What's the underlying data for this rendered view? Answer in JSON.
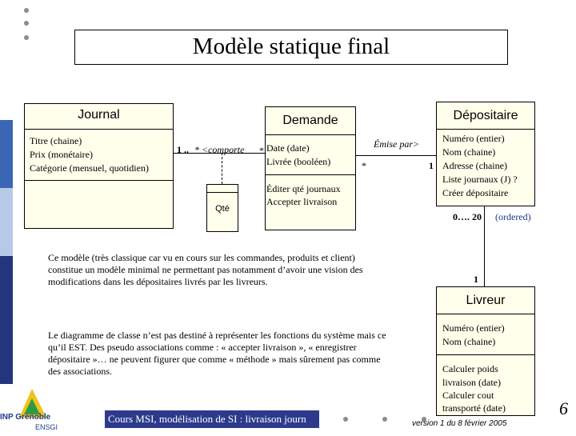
{
  "slide": {
    "title": "Modèle statique final",
    "page_number": "6",
    "footer_text": "Cours MSI, modélisation de SI : livraison journ",
    "version_text": "version 1 du 8 février 2005",
    "logo_text": "INP Grenoble",
    "logo_sub": "ENSGI"
  },
  "classes": {
    "journal": {
      "name": "Journal",
      "attributes": [
        "Titre (chaine)",
        "Prix (monétaire)",
        "Catégorie (mensuel, quotidien)"
      ]
    },
    "demande": {
      "name": "Demande",
      "attributes": [
        "Date (date)",
        "Livrée (booléen)"
      ],
      "operations": [
        "Éditer qté journaux",
        "Accepter livraison"
      ]
    },
    "depositaire": {
      "name": "Dépositaire",
      "attributes": [
        "Numéro (entier)",
        "Nom (chaine)",
        "Adresse (chaine)",
        "Liste journaux (J) ?",
        "Créer dépositaire"
      ]
    },
    "livreur": {
      "name": "Livreur",
      "attributes": [
        "Numéro (entier)",
        "Nom (chaine)"
      ],
      "operations": [
        "Calculer poids",
        "livraison (date)",
        "Calculer cout",
        "transporté (date)"
      ]
    },
    "qte": {
      "name": "Qté"
    }
  },
  "associations": {
    "comporte_mult_left": "1 ..",
    "comporte_label": "* <comporte",
    "comporte_mult_right": "*",
    "emise_label": "Émise par>",
    "emise_mult_left": "*",
    "emise_mult_right": "1",
    "livreur_mult_top": "0…. 20",
    "livreur_ordered": "(ordered)",
    "livreur_mult_bottom": "1"
  },
  "notes": {
    "note1": "Ce modèle (très classique car vu en cours sur les commandes, produits  et client) constitue un  modèle minimal ne permettant pas notamment d’avoir une vision des modifications dans les dépositaires livrés par les livreurs.",
    "note2": "Le diagramme de classe n’est pas destiné à représenter les fonctions du système mais ce qu’il EST. Des pseudo associations comme : « accepter livraison », « enregistrer dépositaire »… ne peuvent figurer que comme « méthode » mais sûrement pas comme des associations."
  },
  "colors": {
    "class_fill": "#ffffec",
    "strip_blue": "#3a66b5",
    "strip_navy": "#23357f",
    "strip_light": "#b8c9e8",
    "footer_bg": "#2d3a8c",
    "ordered_text": "#1d3b8f"
  }
}
